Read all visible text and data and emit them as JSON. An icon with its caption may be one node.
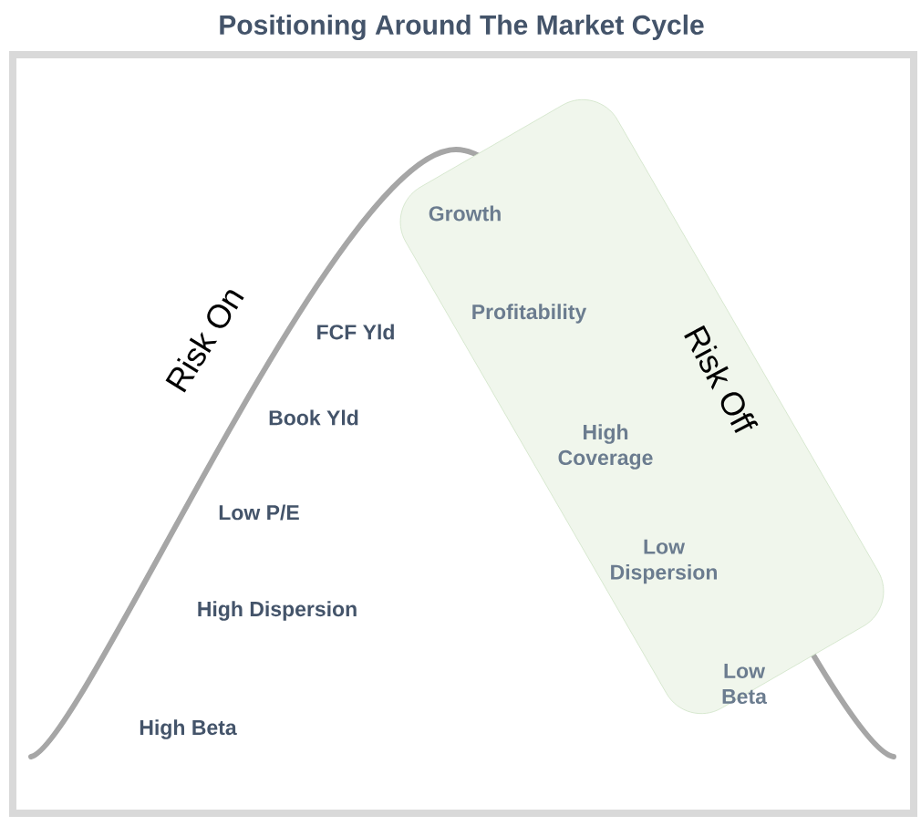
{
  "diagram": {
    "title": "Positioning Around The Market Cycle",
    "nodes": [
      {
        "text": [
          "Risk On",
          "FCF Yld",
          "Book Yld",
          "Low P/E",
          "High Dispersion",
          "High Beta"
        ]
      },
      {
        "text": [
          "Growth",
          "Profitability",
          "Risk Off",
          "High Coverage",
          "Low Dispersion",
          "Low Beta"
        ],
        "in": 0
      }
    ]
  }
}
